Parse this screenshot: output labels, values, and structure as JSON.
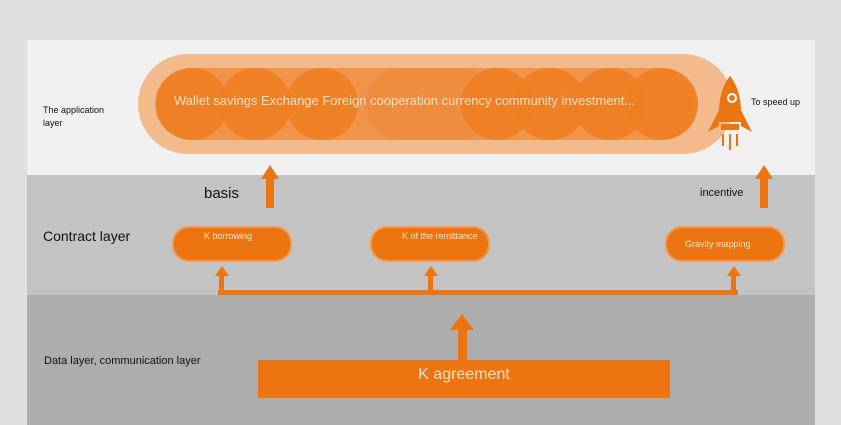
{
  "application_layer": {
    "label": "The application layer",
    "banner_text": "Wallet savings Exchange Foreign cooperation currency community investment...",
    "rocket_icon": "rocket-icon",
    "speed_label": "To speed up"
  },
  "contract_layer": {
    "label": "Contract layer",
    "basis_label": "basis",
    "incentive_label": "incentive",
    "pills": [
      "K borrowing",
      "K of the remittance",
      "Gravity mapping"
    ]
  },
  "data_layer": {
    "label": "Data layer, communication layer",
    "agreement_label": "K agreement"
  },
  "colors": {
    "accent": "#ec7511",
    "light_accent": "#f4a86a",
    "band_top": "#f0f0f0",
    "band_mid": "#c3c3c3",
    "band_bottom": "#adadad"
  }
}
